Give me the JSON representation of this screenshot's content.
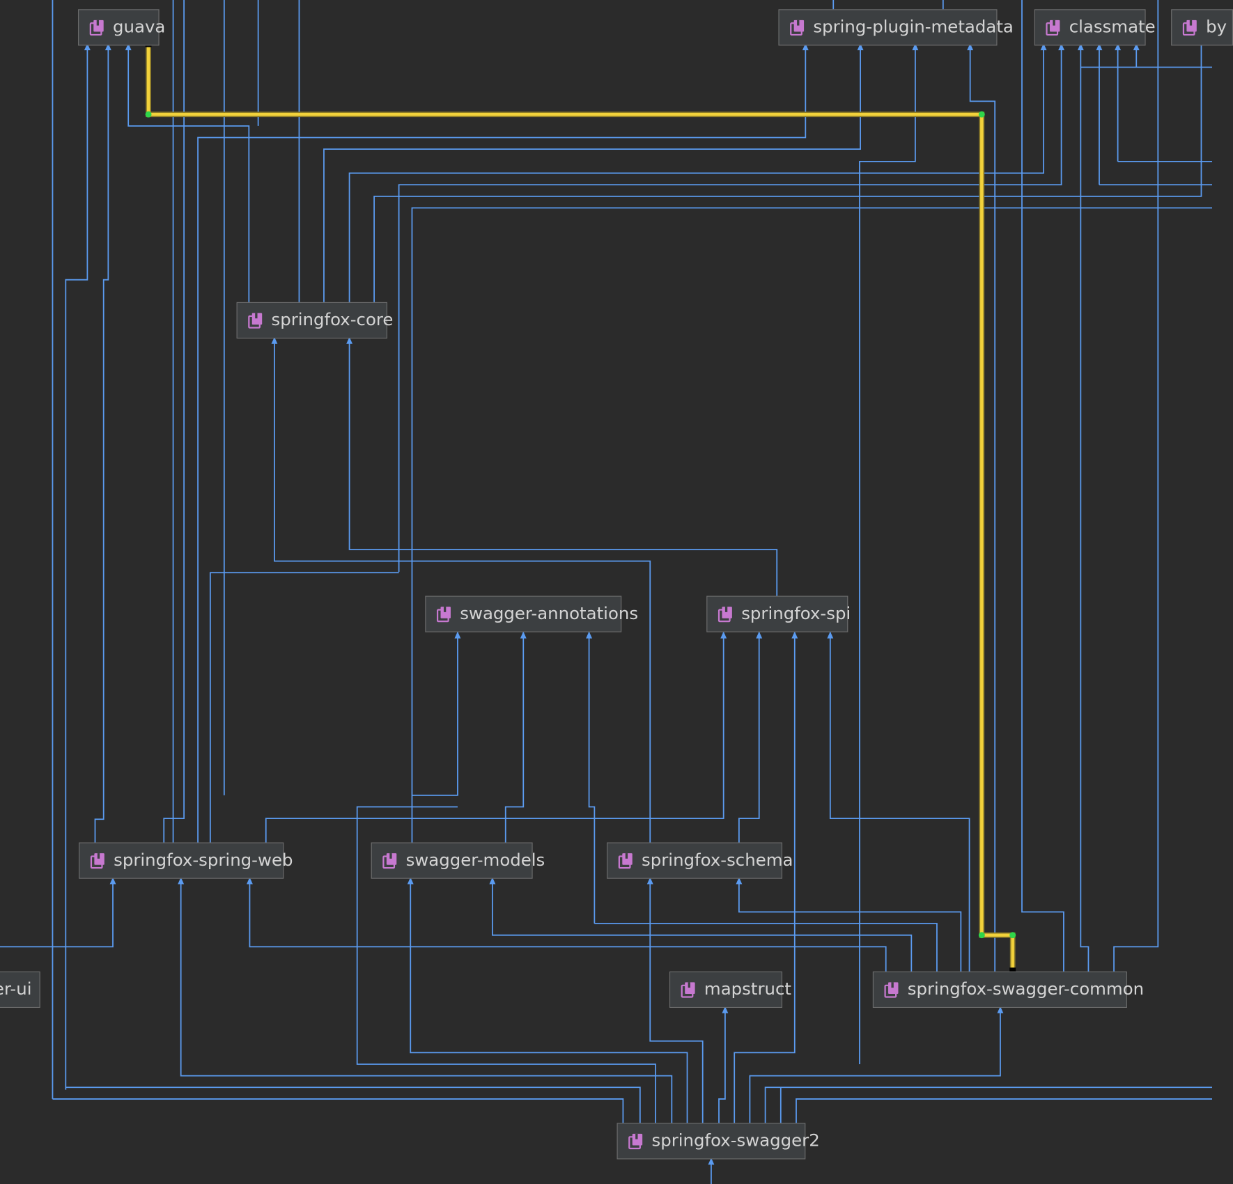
{
  "colors": {
    "background": "#2b2b2b",
    "edge": "#5b9bf0",
    "highlight": "#f2d23b",
    "highlight_border": "#8a7a2a",
    "node_fill": "#3c3f41",
    "node_border": "#6e6e6e",
    "node_text": "#d4d4d4",
    "library_icon": "#c779d0",
    "endpoint": "#2fd64a"
  },
  "nodes": {
    "guava": {
      "label": "guava",
      "icon": "library-icon"
    },
    "spring_plugin_metadata": {
      "label": "spring-plugin-metadata",
      "icon": "library-icon"
    },
    "classmate": {
      "label": "classmate",
      "icon": "library-icon"
    },
    "by_partial": {
      "label": "by",
      "icon": "library-icon"
    },
    "springfox_core": {
      "label": "springfox-core",
      "icon": "library-icon"
    },
    "swagger_annotations": {
      "label": "swagger-annotations",
      "icon": "library-icon"
    },
    "springfox_spi": {
      "label": "springfox-spi",
      "icon": "library-icon"
    },
    "springfox_spring_web": {
      "label": "springfox-spring-web",
      "icon": "library-icon"
    },
    "swagger_models": {
      "label": "swagger-models",
      "icon": "library-icon"
    },
    "springfox_schema": {
      "label": "springfox-schema",
      "icon": "library-icon"
    },
    "er_ui_partial": {
      "label": "er-ui",
      "icon": "library-icon"
    },
    "mapstruct": {
      "label": "mapstruct",
      "icon": "library-icon"
    },
    "springfox_swagger_common": {
      "label": "springfox-swagger-common",
      "icon": "library-icon"
    },
    "springfox_swagger2": {
      "label": "springfox-swagger2",
      "icon": "library-icon"
    }
  }
}
